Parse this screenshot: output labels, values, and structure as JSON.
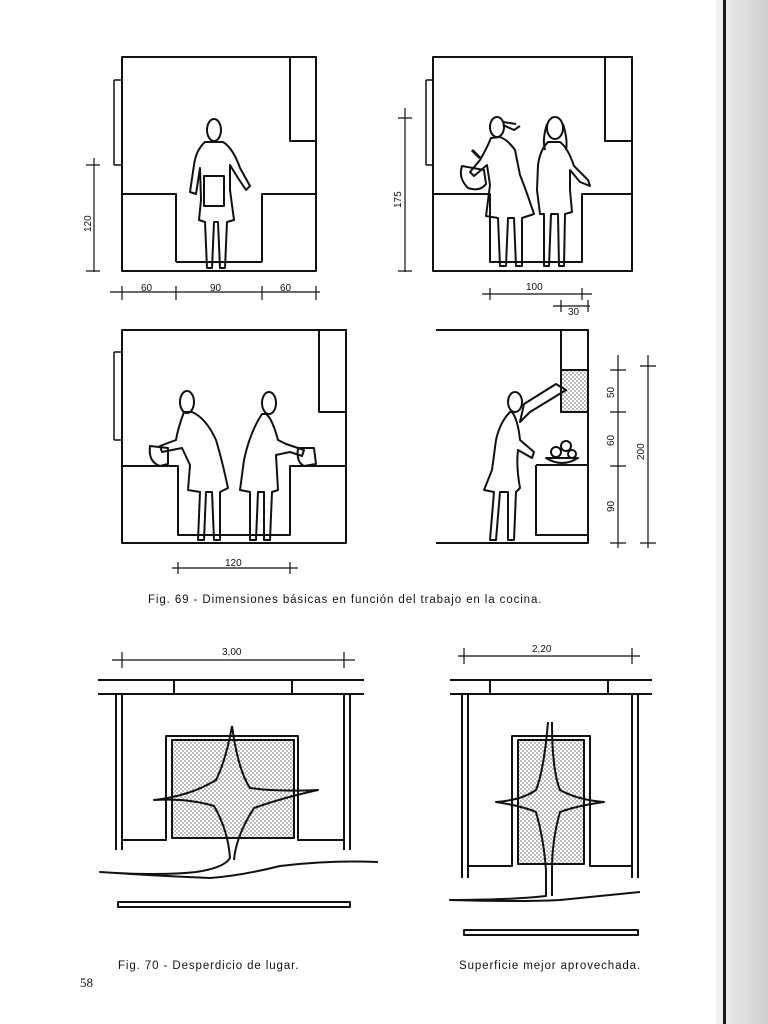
{
  "figure69": {
    "caption": "Fig. 69 - Dimensiones básicas en función del trabajo en la cocina.",
    "dims": {
      "d60a": "60",
      "d90": "90",
      "d60b": "60",
      "d120v": "120",
      "d175": "175",
      "d100": "100",
      "d120h": "120",
      "d30": "30",
      "d50": "50",
      "d60c": "60",
      "d90b": "90",
      "d200": "200"
    }
  },
  "figure70": {
    "caption_left": "Fig. 70 - Desperdicio de lugar.",
    "caption_right": "Superficie mejor aprovechada.",
    "dim_left": "3,00",
    "dim_right": "2,20"
  },
  "page_number": "58"
}
